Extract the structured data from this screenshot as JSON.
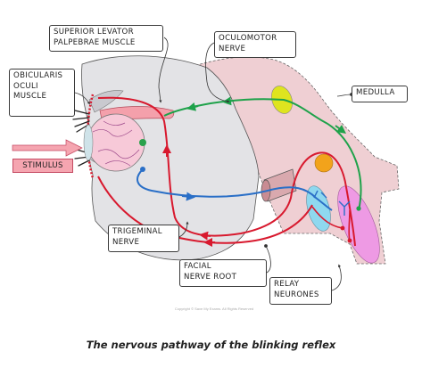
{
  "labels": {
    "superior_levator": "SUPERIOR LEVATOR\nPALPEBRAE MUSCLE",
    "oculomotor": "OCULOMOTOR\nNERVE",
    "orbicularis": "OBICULARIS\nOCULI\nMUSCLE",
    "medulla": "MEDULLA",
    "stimulus": "STIMULUS",
    "trigeminal": "TRIGEMINAL\nNERVE",
    "facial": "FACIAL\nNERVE ROOT",
    "relay": "RELAY\nNEURONES"
  },
  "copyright": "Copyright © Save My Exams. All Rights Reserved",
  "caption": "The nervous pathway of the blinking reflex",
  "colors": {
    "brainstem": "#efcfd3",
    "face_region": "#e3e3e6",
    "sensory_pathway": "#2a6fc7",
    "motor_pathway": "#d8192e",
    "oculomotor_pathway": "#1ea24a",
    "nucleus_yellow": "#dfe41f",
    "nucleus_orange": "#f2a31b",
    "nucleus_pink": "#ee9ae4",
    "nucleus_cyan": "#8fd8ef",
    "muscle": "#f4a0ab",
    "stimulus": "#f5a5b0"
  }
}
